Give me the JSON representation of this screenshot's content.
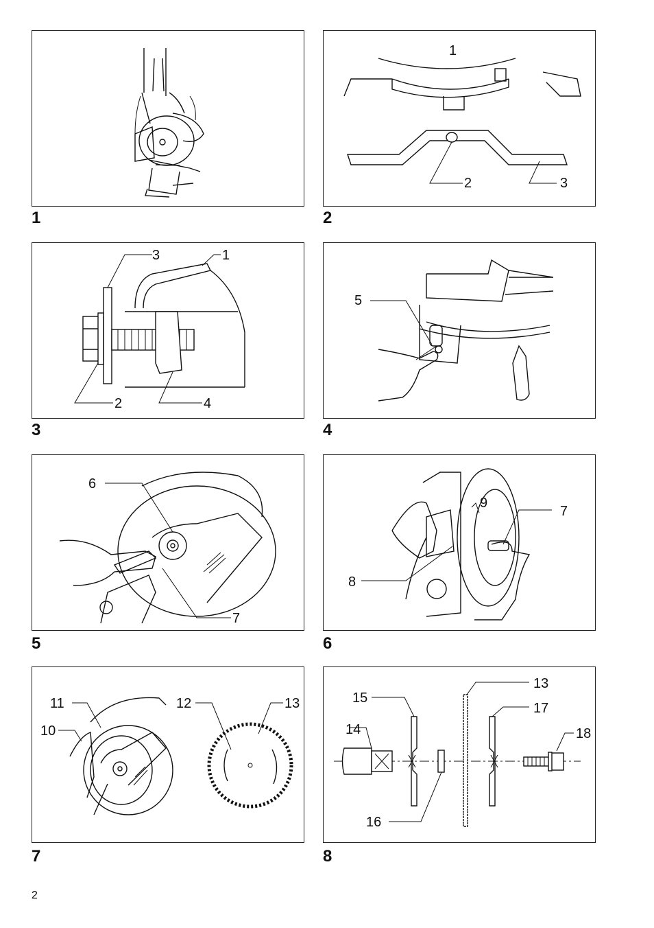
{
  "page_number": "2",
  "figures": [
    {
      "number": "1",
      "callouts": []
    },
    {
      "number": "2",
      "callouts": [
        "1",
        "2",
        "3"
      ]
    },
    {
      "number": "3",
      "callouts": [
        "3",
        "1",
        "2",
        "4"
      ]
    },
    {
      "number": "4",
      "callouts": [
        "5"
      ]
    },
    {
      "number": "5",
      "callouts": [
        "6",
        "7"
      ]
    },
    {
      "number": "6",
      "callouts": [
        "9",
        "7",
        "8"
      ]
    },
    {
      "number": "7",
      "callouts": [
        "11",
        "12",
        "13",
        "10"
      ]
    },
    {
      "number": "8",
      "callouts": [
        "13",
        "15",
        "17",
        "14",
        "18",
        "16"
      ]
    }
  ]
}
